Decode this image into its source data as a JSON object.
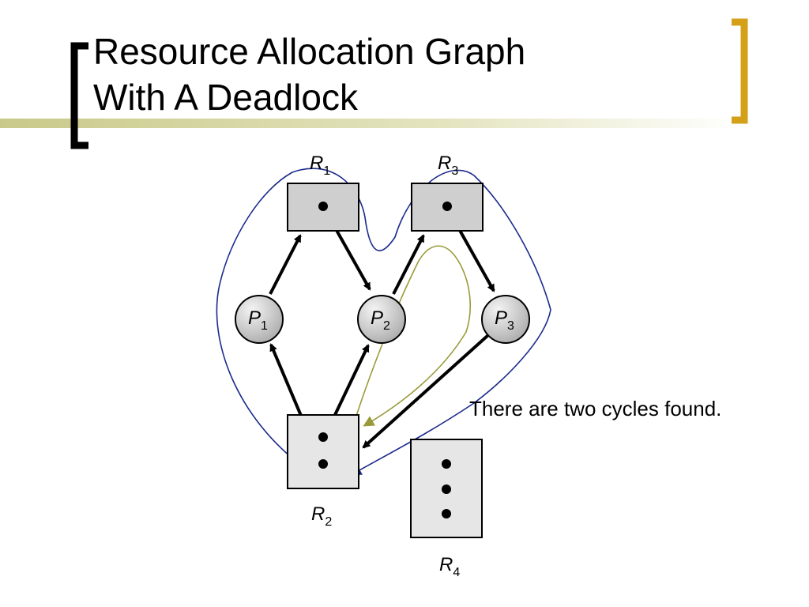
{
  "slide": {
    "title_lines": [
      "Resource Allocation Graph",
      "With A Deadlock"
    ],
    "caption": "There are two cycles found."
  },
  "colors": {
    "accent_bracket": "#d4a017",
    "title_rule": "#c9c98a",
    "cycle_one": "#1a2a8c",
    "cycle_two": "#9a9a3a",
    "resource_fill": "#cfcfcf",
    "resource_fill_light": "#e6e6e6",
    "process_fill": "#c8c8c8"
  },
  "graph": {
    "resources": [
      {
        "id": "R1",
        "letter": "R",
        "sub": "1"
      },
      {
        "id": "R2",
        "letter": "R",
        "sub": "2"
      },
      {
        "id": "R3",
        "letter": "R",
        "sub": "3"
      },
      {
        "id": "R4",
        "letter": "R",
        "sub": "4"
      }
    ],
    "processes": [
      {
        "id": "P1",
        "letter": "P",
        "sub": "1"
      },
      {
        "id": "P2",
        "letter": "P",
        "sub": "2"
      },
      {
        "id": "P3",
        "letter": "P",
        "sub": "3"
      }
    ],
    "edges": [
      {
        "from": "P1",
        "to": "R1",
        "kind": "request"
      },
      {
        "from": "R1",
        "to": "P2",
        "kind": "assignment"
      },
      {
        "from": "P2",
        "to": "R3",
        "kind": "request"
      },
      {
        "from": "R3",
        "to": "P3",
        "kind": "assignment"
      },
      {
        "from": "P3",
        "to": "R2",
        "kind": "request"
      },
      {
        "from": "R2",
        "to": "P1",
        "kind": "assignment"
      },
      {
        "from": "R2",
        "to": "P2",
        "kind": "assignment"
      }
    ]
  }
}
